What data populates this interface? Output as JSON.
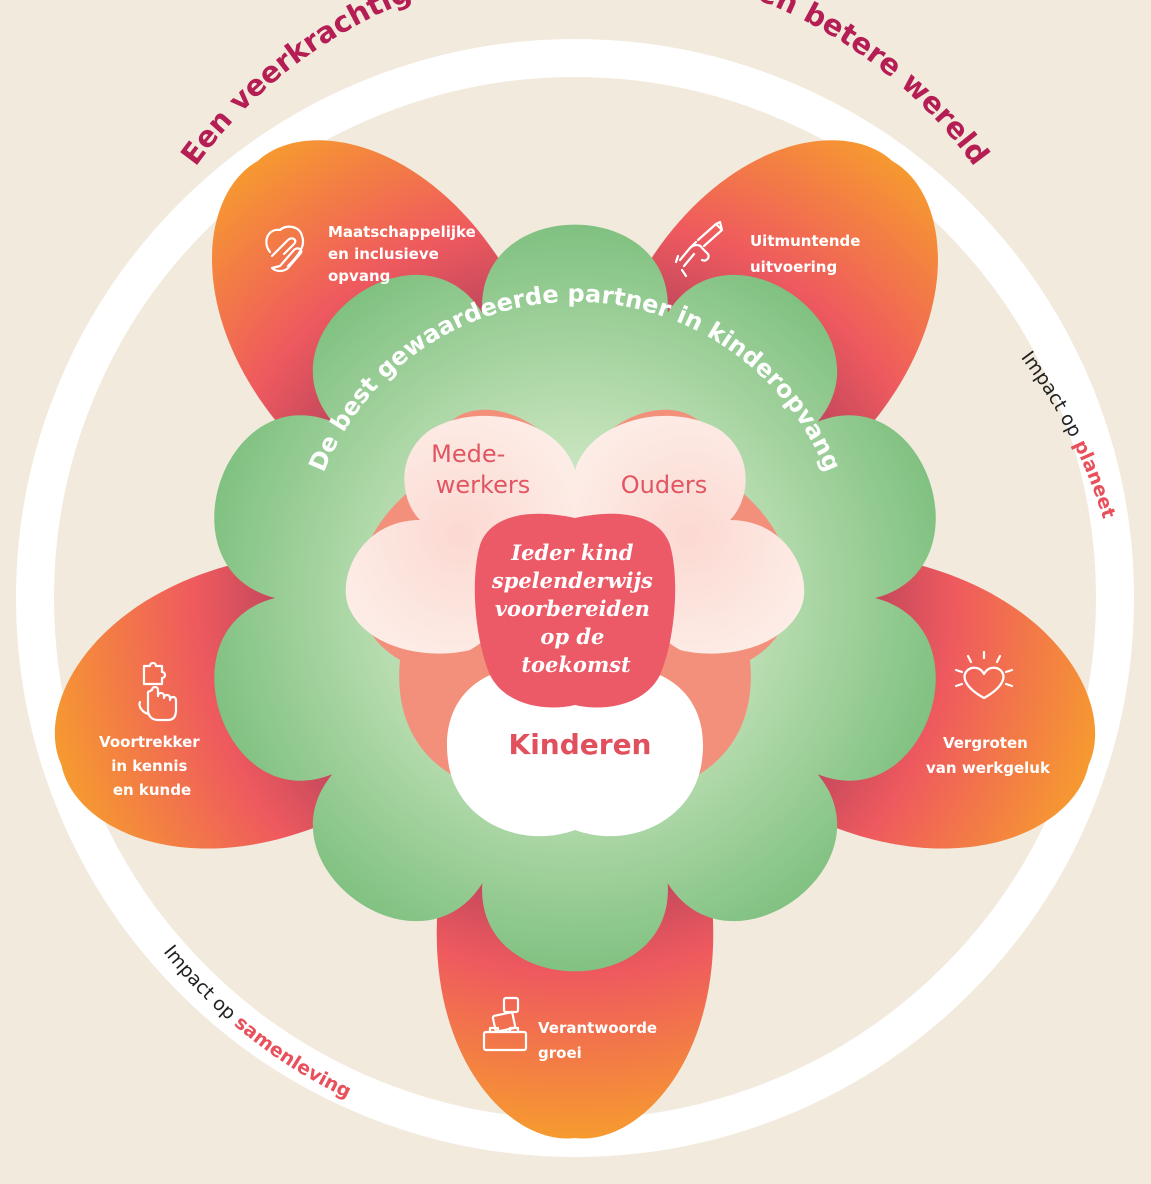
{
  "outer_ring": {
    "title": "Een veerkrachtige samenleving voor een betere wereld",
    "impact_planet": {
      "prefix": "Impact op ",
      "emphasis": "planeet"
    },
    "impact_society": {
      "prefix": "Impact op ",
      "emphasis": "samenleving"
    }
  },
  "green_ring": {
    "title": "De best gewaardeerde partner in kinderopvang"
  },
  "petals": [
    {
      "lines": [
        "Maatschappelijke",
        "en inclusieve",
        "opvang"
      ],
      "icon": "hands-heart-icon"
    },
    {
      "lines": [
        "Uitmuntende",
        "uitvoering"
      ],
      "icon": "hand-pencil-icon"
    },
    {
      "lines": [
        "Vergroten",
        "van werkgeluk"
      ],
      "icon": "heart-shine-icon"
    },
    {
      "lines": [
        "Verantwoorde",
        "groei"
      ],
      "icon": "building-blocks-icon"
    },
    {
      "lines": [
        "Voortrekker",
        "in kennis",
        "en kunde"
      ],
      "icon": "hand-puzzle-icon"
    }
  ],
  "hearts": {
    "employees": [
      "Mede-",
      "werkers"
    ],
    "parents": "Ouders",
    "children": "Kinderen"
  },
  "core": {
    "lines": [
      "Ieder kind",
      "spelenderwijs",
      "voorbereiden",
      "op de",
      "toekomst"
    ]
  },
  "colors": {
    "background": "#f2eadc",
    "ring": "#ffffff",
    "petal_orange": "#f7a12b",
    "petal_red": "#ef5a5e",
    "petal_plum": "#a33a5c",
    "green": "#7ec07f",
    "green_light": "#d7ecce",
    "title": "#b51e54",
    "accent": "#e8505b",
    "core": "#ec5a67"
  }
}
